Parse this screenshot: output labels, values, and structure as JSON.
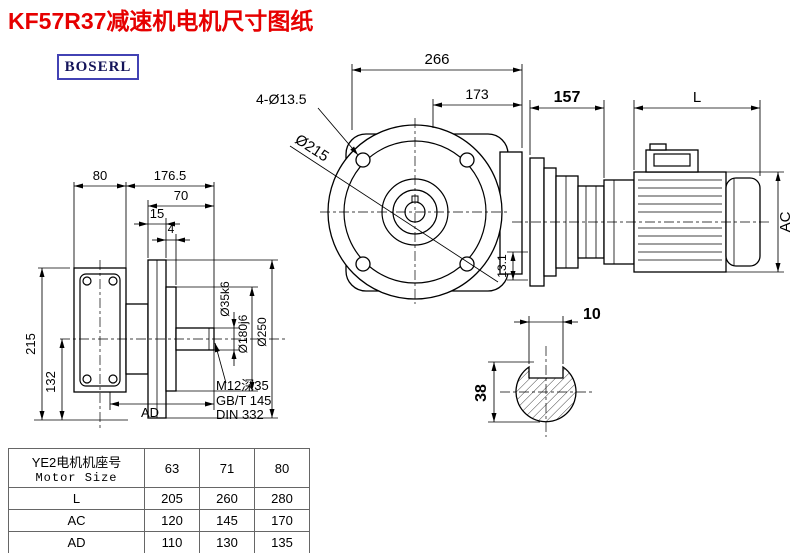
{
  "page": {
    "title": "KF57R37减速机电机尺寸图纸",
    "logo": "BOSERL"
  },
  "front_view": {
    "overall_width": "266",
    "flange_to_face": "173",
    "bolt_holes": "4-Ø13.5",
    "flange_dia": "Ø215"
  },
  "motor_view": {
    "gear_unit_length": "157",
    "motor_length": "L",
    "motor_dia": "AC",
    "flange_step": "13.1"
  },
  "side_view": {
    "housing_depth": "80",
    "total_length": "176.5",
    "shaft_extension": "70",
    "flange_thickness": "15",
    "spigot_depth": "4",
    "overall_height": "215",
    "shaft_height": "132",
    "housing_width": "AD",
    "shaft_dia": "Ø35k6",
    "spigot_dia": "Ø180j6",
    "flange_dia": "Ø250",
    "tap_note": "M12深35",
    "std_note1": "GB/T 145",
    "std_note2": "DIN 332"
  },
  "shaft_section": {
    "key_width": "10",
    "shaft_dia": "38"
  },
  "table": {
    "header_cn": "YE2电机机座号",
    "header_en": "Motor Size",
    "sizes": [
      "63",
      "71",
      "80"
    ],
    "rows": [
      {
        "label": "L",
        "values": [
          "205",
          "260",
          "280"
        ]
      },
      {
        "label": "AC",
        "values": [
          "120",
          "145",
          "170"
        ]
      },
      {
        "label": "AD",
        "values": [
          "110",
          "130",
          "135"
        ]
      }
    ]
  }
}
